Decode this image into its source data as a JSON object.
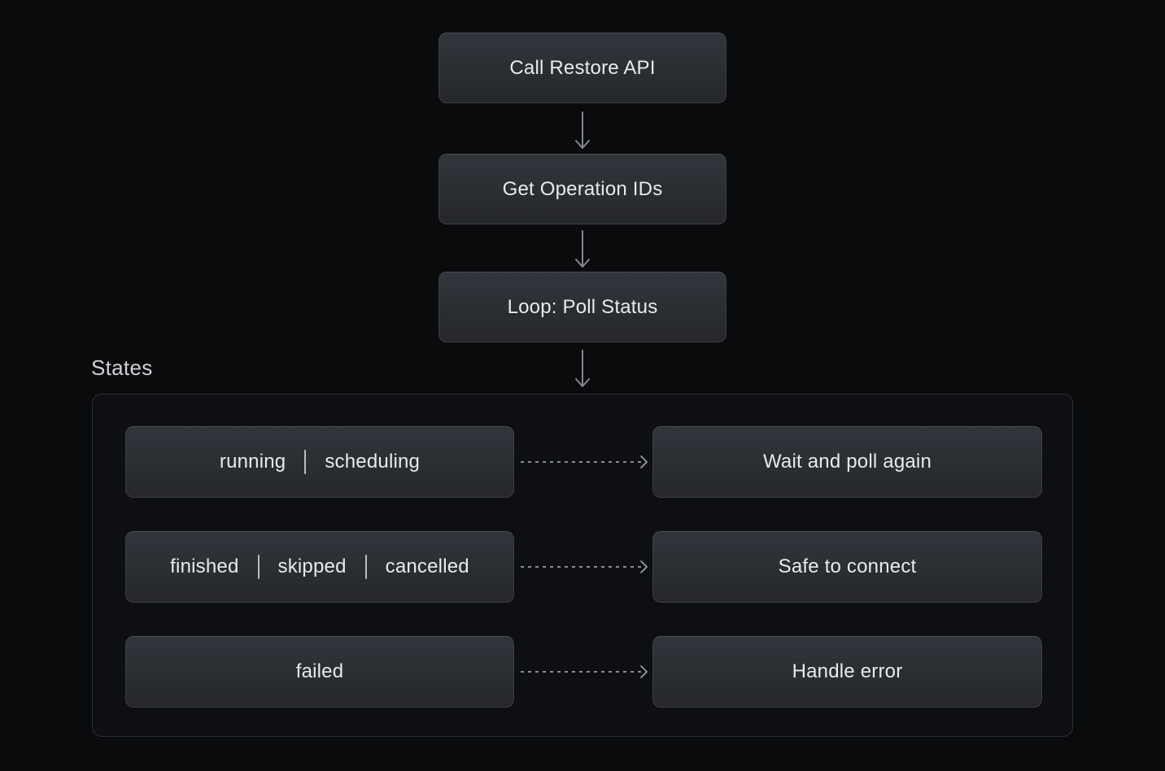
{
  "flow": {
    "nodes": [
      {
        "id": "call-restore-api",
        "label": "Call Restore API"
      },
      {
        "id": "get-operation-ids",
        "label": "Get Operation IDs"
      },
      {
        "id": "loop-poll-status",
        "label": "Loop: Poll Status"
      }
    ]
  },
  "states_section": {
    "title": "States",
    "rows": [
      {
        "states": [
          "running",
          "scheduling"
        ],
        "outcome": "Wait and poll again"
      },
      {
        "states": [
          "finished",
          "skipped",
          "cancelled"
        ],
        "outcome": "Safe to connect"
      },
      {
        "states": [
          "failed"
        ],
        "outcome": "Handle error"
      }
    ]
  },
  "colors": {
    "background": "#0a0b0c",
    "node_gradient_top": "#32353b",
    "node_gradient_bottom": "#25272c",
    "node_border": "#3b3e44",
    "text": "#e8eaec",
    "title_text": "#cfd1d4",
    "arrow": "#85888e",
    "dashed_arrow": "#9b9ea4",
    "container_border": "#2b2e33"
  }
}
